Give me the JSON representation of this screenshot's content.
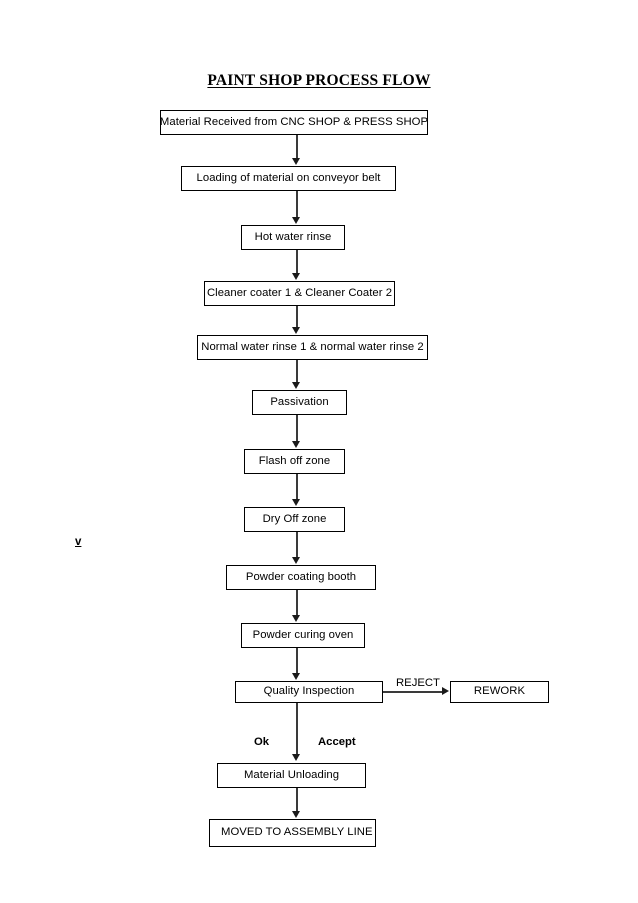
{
  "document": {
    "title": "PAINT SHOP PROCESS FLOW"
  },
  "flow": {
    "nodes": [
      {
        "id": "material-received",
        "label": "Material Received from CNC SHOP & PRESS SHOP"
      },
      {
        "id": "loading-conveyor",
        "label": "Loading of material on conveyor belt"
      },
      {
        "id": "hot-water-rinse",
        "label": "Hot water rinse"
      },
      {
        "id": "cleaner-coater",
        "label": "Cleaner coater 1 & Cleaner Coater 2"
      },
      {
        "id": "normal-water-rinse",
        "label": "Normal water rinse 1 & normal water rinse 2"
      },
      {
        "id": "passivation",
        "label": "Passivation"
      },
      {
        "id": "flash-off-zone",
        "label": "Flash off zone"
      },
      {
        "id": "dry-off-zone",
        "label": "Dry Off zone"
      },
      {
        "id": "powder-coating-booth",
        "label": "Powder coating booth"
      },
      {
        "id": "powder-curing-oven",
        "label": "Powder curing oven"
      },
      {
        "id": "quality-inspection",
        "label": "Quality Inspection"
      },
      {
        "id": "rework",
        "label": "REWORK"
      },
      {
        "id": "material-unloading",
        "label": "Material Unloading"
      },
      {
        "id": "moved-to-assembly",
        "label": "MOVED TO ASSEMBLY LINE"
      }
    ],
    "edge_labels": {
      "reject": "REJECT",
      "ok": "Ok",
      "accept": "Accept"
    },
    "stray_mark": "v"
  },
  "colors": {
    "background": "#ffffff",
    "stroke": "#000000",
    "connector": "#3a3a3a",
    "text": "#000000"
  }
}
